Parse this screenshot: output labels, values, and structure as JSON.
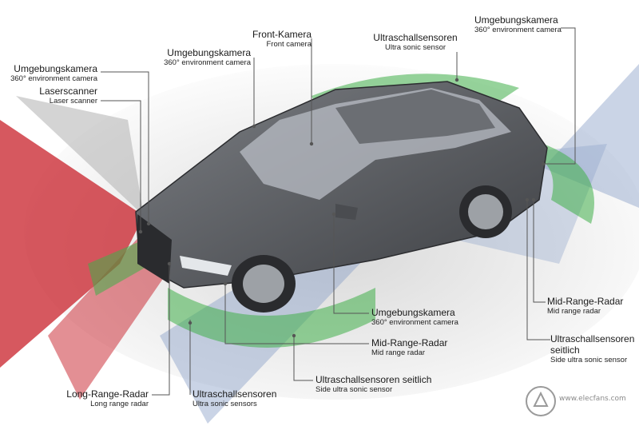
{
  "labels": [
    {
      "id": "ext-cam-top-right",
      "de": "Umgebungskamera",
      "en": "360° environment camera"
    },
    {
      "id": "front-camera",
      "de": "Front-Kamera",
      "en": "Front camera"
    },
    {
      "id": "ultrasonic-top",
      "de": "Ultraschallsensoren",
      "en": "Ultra sonic sensor"
    },
    {
      "id": "ext-cam-mirror-top",
      "de": "Umgebungskamera",
      "en": "360° environment camera"
    },
    {
      "id": "ext-cam-front-left",
      "de": "Umgebungskamera",
      "en": "360° environment camera"
    },
    {
      "id": "laser-scanner",
      "de": "Laserscanner",
      "en": "Laser scanner"
    },
    {
      "id": "ext-cam-side",
      "de": "Umgebungskamera",
      "en": "360° environment camera"
    },
    {
      "id": "mid-range-radar-front",
      "de": "Mid-Range-Radar",
      "en": "Mid range radar"
    },
    {
      "id": "side-ultrasonic-bottom",
      "de": "Ultraschallsensoren seitlich",
      "en": "Side ultra sonic sensor"
    },
    {
      "id": "long-range-radar",
      "de": "Long-Range-Radar",
      "en": "Long range radar"
    },
    {
      "id": "ultrasonic-front",
      "de": "Ultraschallsensoren",
      "en": "Ultra sonic sensors"
    },
    {
      "id": "mid-range-radar-rear",
      "de": "Mid-Range-Radar",
      "en": "Mid range radar"
    },
    {
      "id": "side-ultrasonic-rear",
      "de": "Ultraschallsensoren seitlich",
      "en": "Side ultra sonic sensor"
    }
  ],
  "watermark": {
    "text": "www.elecfans.com"
  },
  "colors": {
    "radar": "#c8202a",
    "ultrasonic": "#3fae49",
    "camera": "#8aa0c8",
    "car": "#5a5d62"
  }
}
